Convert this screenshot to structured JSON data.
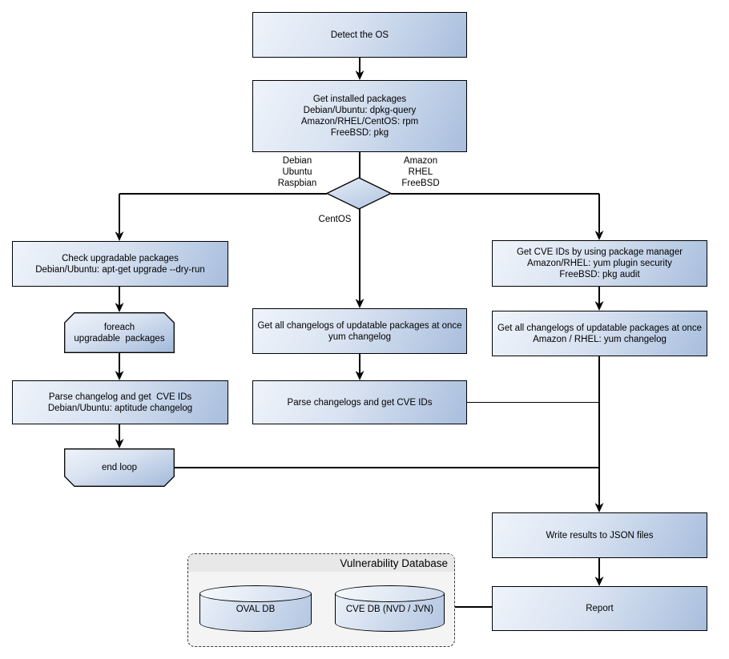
{
  "flowchart": {
    "nodes": {
      "detect_os": {
        "label": "Detect the OS"
      },
      "get_installed_packages": {
        "label": "Get installed packages\nDebian/Ubuntu: dpkg-query\nAmazon/RHEL/CentOS: rpm\nFreeBSD: pkg"
      },
      "check_upgradable_packages": {
        "label": "Check upgradable packages\nDebian/Ubuntu: apt-get upgrade --dry-run"
      },
      "foreach_upgradable_packages": {
        "label": "foreach\nupgradable  packages"
      },
      "parse_changelog_get_cve_ids": {
        "label": "Parse changelog and get  CVE IDs\nDebian/Ubuntu: aptitude changelog"
      },
      "end_loop": {
        "label": "end loop"
      },
      "get_all_changelogs_centos": {
        "label": "Get all changelogs of updatable packages at once\nyum changelog"
      },
      "parse_changelogs_get_cve_ids": {
        "label": "Parse changelogs and get CVE IDs"
      },
      "get_cve_ids_package_manager": {
        "label": "Get CVE IDs by using package manager\nAmazon/RHEL: yum plugin security\nFreeBSD: pkg audit"
      },
      "get_all_changelogs_amazon_rhel": {
        "label": "Get all changelogs of updatable packages at once\nAmazon / RHEL: yum changelog"
      },
      "write_results_json": {
        "label": "Write results to JSON files"
      },
      "report": {
        "label": "Report"
      }
    },
    "branch_labels": {
      "debian_path": "Debian\nUbuntu\nRaspbian",
      "amazon_path": "Amazon\nRHEL\nFreeBSD",
      "centos_path": "CentOS"
    },
    "vulnerability_database": {
      "title": "Vulnerability Database",
      "oval_db": "OVAL DB",
      "cve_db": "CVE DB (NVD / JVN)"
    },
    "colors": {
      "node_gradient_start": "#eff4fb",
      "node_gradient_end": "#a8bedd",
      "shape_border": "#000000",
      "connector": "#000000",
      "db_container_fill": "#f4f4f4",
      "db_title_band": "#e8e8e8"
    }
  }
}
